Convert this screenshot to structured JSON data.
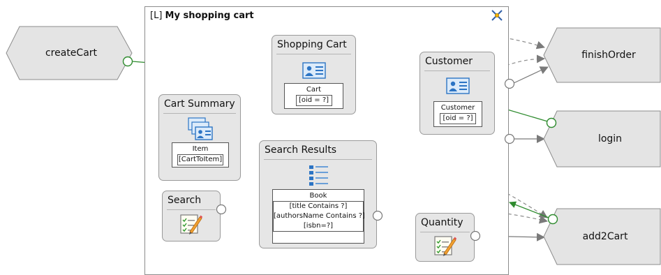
{
  "area": {
    "prefix": "[L]",
    "title": "My shopping cart",
    "icon": "landmark-cross-icon"
  },
  "operations": {
    "createCart": "createCart",
    "finishOrder": "finishOrder",
    "login": "login",
    "add2Cart": "add2Cart"
  },
  "units": {
    "shopping_cart": {
      "title": "Shopping Cart",
      "icon": "data-unit-icon",
      "entity": "Cart",
      "conditions": [
        "[oid = ?]"
      ]
    },
    "customer": {
      "title": "Customer",
      "icon": "data-unit-icon",
      "entity": "Customer",
      "conditions": [
        "[oid = ?]"
      ]
    },
    "cart_summary": {
      "title": "Cart Summary",
      "icon": "multidata-unit-icon",
      "entity": "Item",
      "conditions": [
        "[CartToItem]"
      ]
    },
    "search_results": {
      "title": "Search Results",
      "icon": "index-unit-icon",
      "entity": "Book",
      "conditions": [
        "[title Contains  ?]",
        "[authorsName Contains  ?]",
        "[isbn=?]"
      ]
    },
    "search": {
      "title": "Search",
      "icon": "entry-form-icon"
    },
    "quantity": {
      "title": "Quantity",
      "icon": "entry-form-icon"
    }
  },
  "colors": {
    "flow_green": "#2e8b2e",
    "flow_gray": "#8c8c8c",
    "unit_bg": "#e6e6e6",
    "hex_bg": "#e4e4e4"
  }
}
